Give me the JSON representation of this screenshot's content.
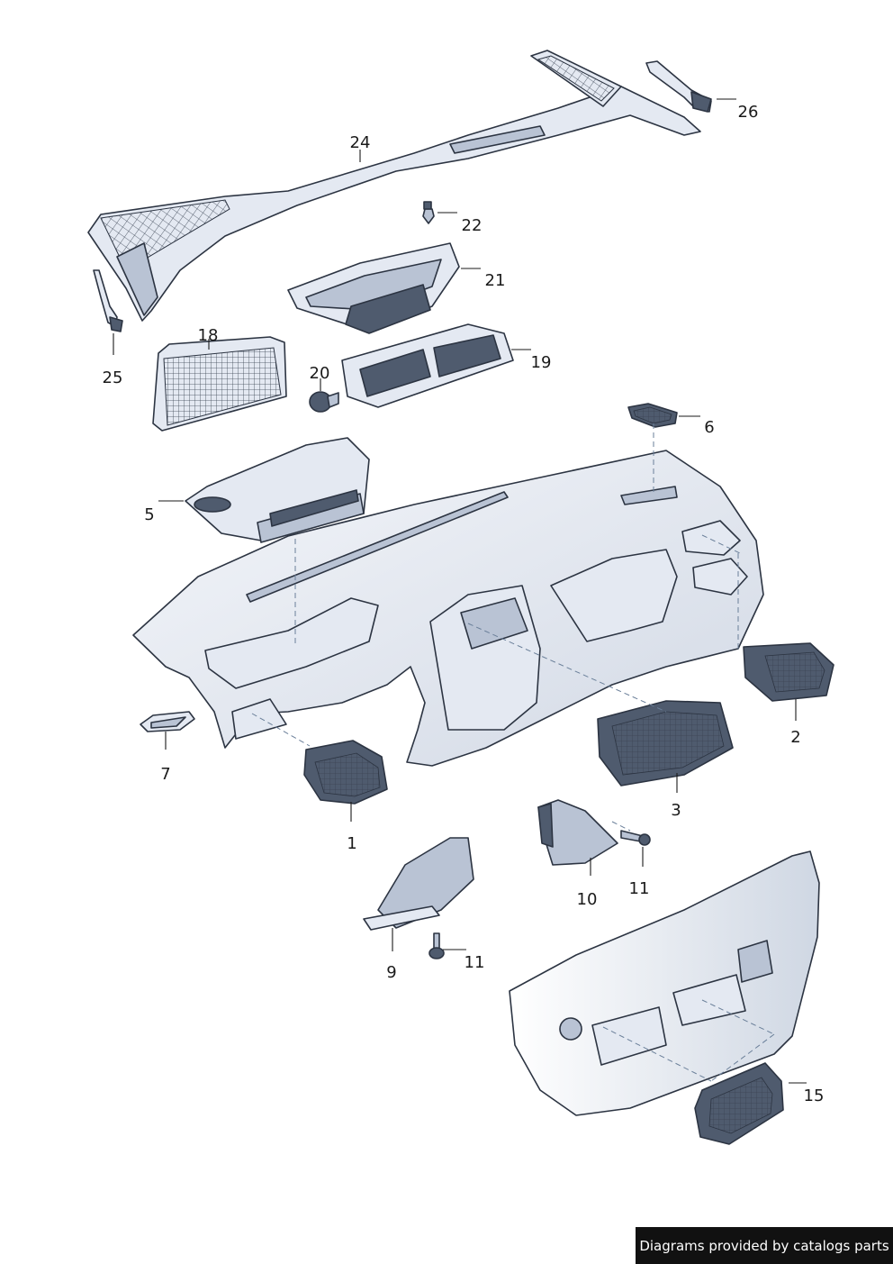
{
  "labels": {
    "p24": "24",
    "p26": "26",
    "p22": "22",
    "p21": "21",
    "p25": "25",
    "p18": "18",
    "p20": "20",
    "p19": "19",
    "p6": "6",
    "p5": "5",
    "p2": "2",
    "p7": "7",
    "p3": "3",
    "p1": "1",
    "p11a": "11",
    "p10": "10",
    "p9": "9",
    "p11b": "11",
    "p15": "15"
  },
  "footer": {
    "credit": "Diagrams provided by catalogs parts"
  },
  "colors": {
    "part_light": "#e4e9f2",
    "part_mid": "#b9c3d4",
    "part_dark": "#4f5b6e",
    "outline": "#2c3442",
    "credit_bg": "#111111"
  }
}
